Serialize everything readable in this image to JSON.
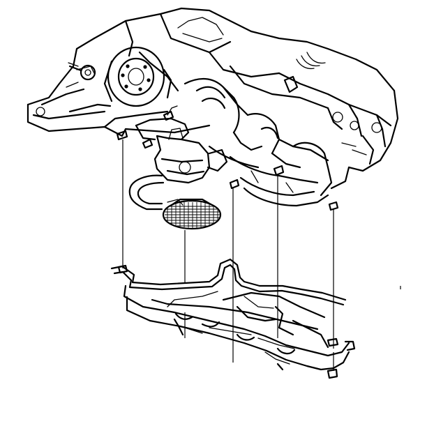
{
  "figure": {
    "kind": "exploded-view line drawing",
    "parts": [
      "engine-block",
      "crankshaft",
      "harmonic-balancer",
      "oil-pump",
      "oil-pickup-tube",
      "oil-pickup-screen",
      "oil-pan-gasket",
      "oil-pan",
      "fasteners",
      "leader-lines"
    ],
    "colors": {
      "ink": "#000000",
      "background": "#ffffff"
    }
  }
}
